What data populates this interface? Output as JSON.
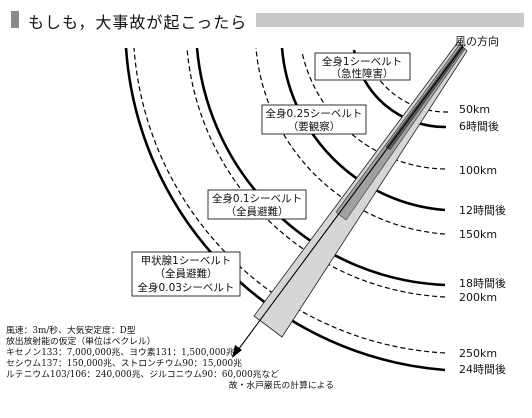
{
  "header": {
    "title": "もしも，大事故が起こったら",
    "marker_color": "#8a8a8a",
    "bar_color": "#c8c8c8"
  },
  "diagram": {
    "wind_label": "風の方向",
    "distance_labels": [
      "50km",
      "100km",
      "150km",
      "200km",
      "250km"
    ],
    "time_labels": [
      "6時間後",
      "12時間後",
      "18時間後",
      "24時間後"
    ],
    "callouts": [
      {
        "line1": "全身1シーベルト",
        "line2": "（急性障害）"
      },
      {
        "line1": "全身0.25シーベルト",
        "line2": "（要観察）"
      },
      {
        "line1": "全身0.1シーベルト",
        "line2": "（全員避難）"
      },
      {
        "line1": "甲状腺1シーベルト",
        "line2": "（全員避難）",
        "line3": "全身0.03シーベルト"
      }
    ],
    "plume_outer_color": "#d6d6d6",
    "plume_inner_color": "#a0a0a0",
    "plume_core_color": "#5a5a5a"
  },
  "notes": {
    "lines": [
      "風速：3m/秒、大気安定度：D型",
      "放出放射能の仮定（単位はベクレル）",
      "キセノン133：7,000,000兆、ヨウ素131：1,500,000兆",
      "セシウム137：150,000兆、ストロンチウム90：15,000兆",
      "ルテニウム103/106：240,000兆、ジルコニウム90：60,000兆など"
    ],
    "source": "故・水戸巌氏の計算による"
  }
}
